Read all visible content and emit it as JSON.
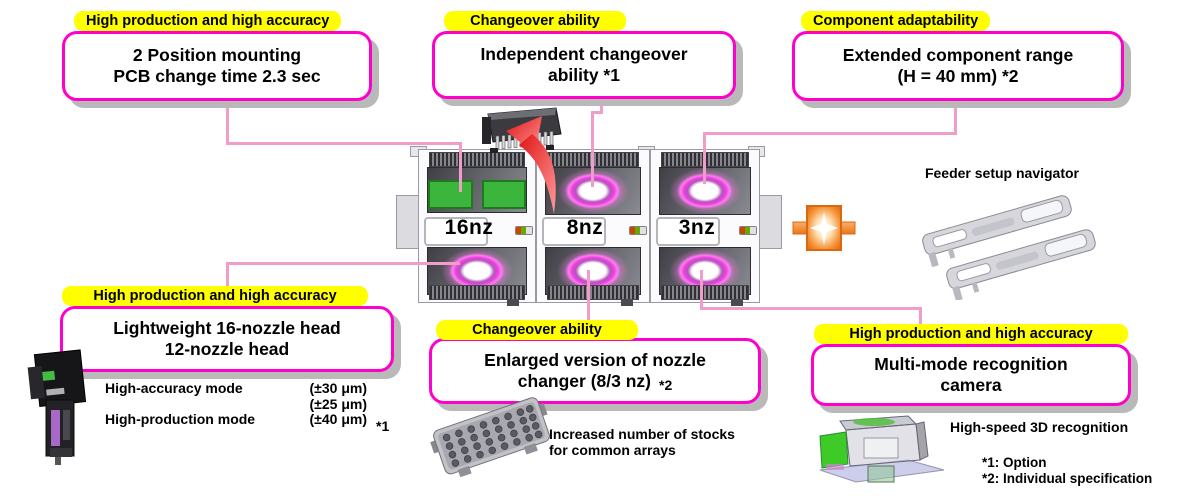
{
  "callouts": {
    "top_left": {
      "tag": "High production and high accuracy",
      "line1": "2 Position mounting",
      "line2": "PCB change time 2.3 sec"
    },
    "top_middle": {
      "tag": "Changeover ability",
      "line1": "Independent changeover",
      "line2": "ability *1"
    },
    "top_right": {
      "tag": "Component adaptability",
      "line1": "Extended component range",
      "line2": "(H = 40 mm) *2"
    },
    "bottom_left": {
      "tag": "High production and high accuracy",
      "line1": "Lightweight 16-nozzle head",
      "line2": "12-nozzle head"
    },
    "bottom_middle": {
      "tag": "Changeover ability",
      "line1": "Enlarged version of nozzle",
      "line2": "changer (8/3 nz)",
      "suffix": "*2"
    },
    "bottom_right": {
      "tag": "High production and high accuracy",
      "line1": "Multi-mode recognition",
      "line2": "camera"
    }
  },
  "machine": {
    "modules": [
      {
        "label": "16nz"
      },
      {
        "label": "8nz"
      },
      {
        "label": "3nz"
      }
    ]
  },
  "labels": {
    "feeder_navigator": "Feeder setup navigator",
    "camera_note": "High-speed 3D recognition",
    "stocks_line1": "Increased number of stocks",
    "stocks_line2": "for common arrays",
    "modes": [
      {
        "name": "High-accuracy mode",
        "value": "(±30 μm)"
      },
      {
        "name": "",
        "value": "(±25 μm)"
      },
      {
        "name": "High-production mode",
        "value": "(±40 μm)"
      }
    ],
    "modes_suffix": "*1",
    "footnote1": "*1: Option",
    "footnote2": "*2: Individual specification"
  },
  "icons": {
    "plus": "plus-join-icon",
    "arrow": "curved-arrow-up-left-icon"
  },
  "colors": {
    "tag_yellow": "#ffff00",
    "box_border_magenta": "#ff00cc",
    "connector_pink": "#f29cca",
    "pcb_green": "#3cb53c",
    "nozzle_ring_magenta": "#ff5ce8",
    "join_orange": "#ef7d1f"
  }
}
